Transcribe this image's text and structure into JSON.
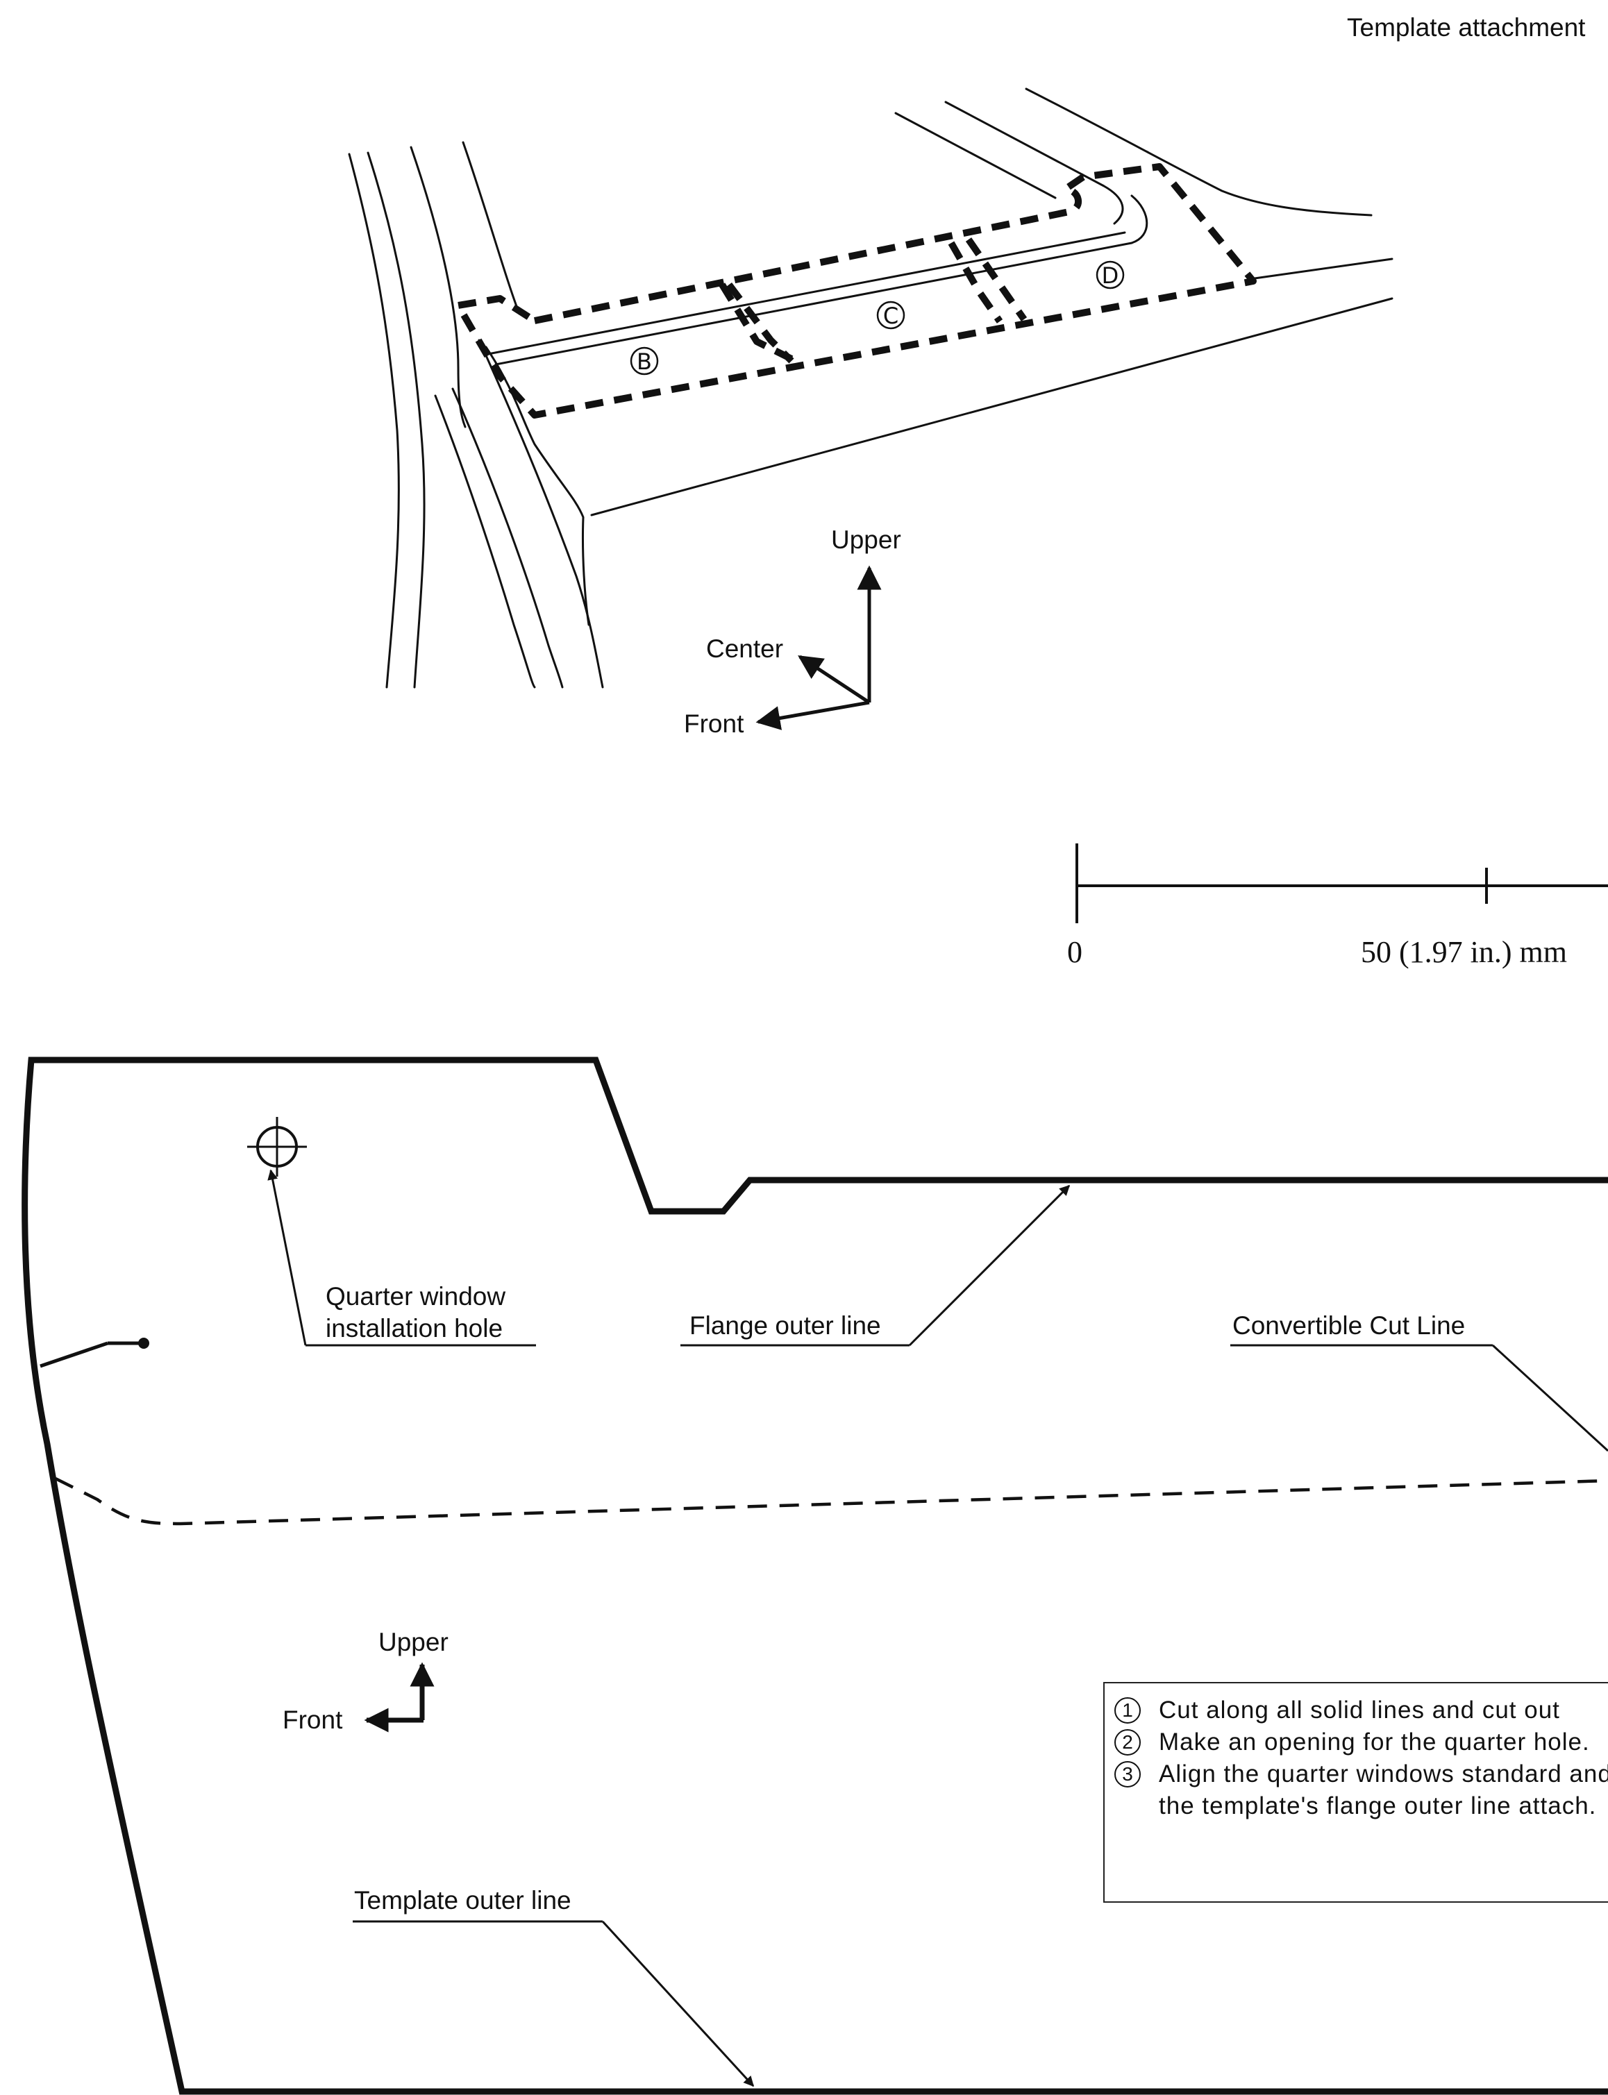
{
  "header": {
    "title": "Template attachment"
  },
  "top_view": {
    "sections": {
      "b": "B",
      "c": "C",
      "d": "D"
    },
    "orientation": {
      "upper": "Upper",
      "center": "Center",
      "front": "Front"
    }
  },
  "scale_bar": {
    "zero": "0",
    "mark": "50 (1.97 in.) mm"
  },
  "template": {
    "labels": {
      "quarter_window_line1": "Quarter window",
      "quarter_window_line2": "installation hole",
      "flange_outer_line": "Flange outer line",
      "convertible_cut_line": "Convertible Cut Line",
      "template_outer_line": "Template outer line"
    },
    "orientation": {
      "upper": "Upper",
      "front": "Front"
    },
    "notes": [
      {
        "num": "1",
        "text": "Cut along all solid lines and cut out"
      },
      {
        "num": "2",
        "text": "Make an opening for the quarter hole."
      },
      {
        "num": "3",
        "text": "Align the quarter windows standard and the template's flange outer line attach."
      }
    ]
  }
}
